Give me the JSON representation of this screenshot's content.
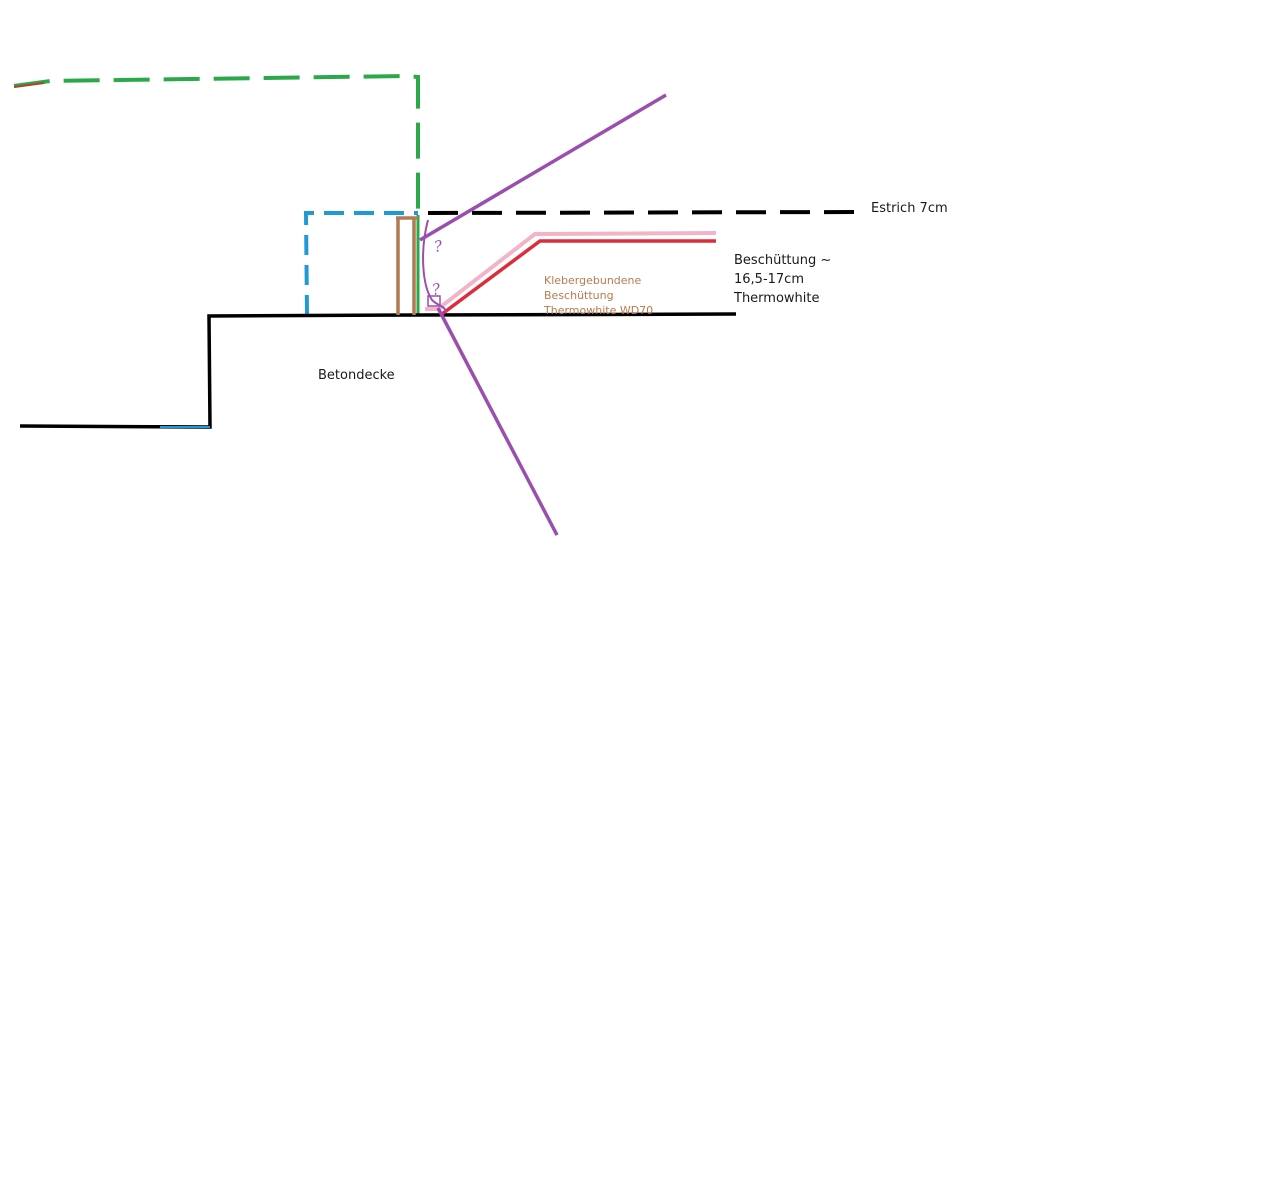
{
  "labels": {
    "estrich": "Estrich 7cm",
    "beschuettung_line1": "Beschüttung ~",
    "beschuettung_line2": "16,5-17cm",
    "beschuettung_line3": "Thermowhite",
    "betondecke": "Betondecke",
    "kleber_line1": "Klebergebundene",
    "kleber_line2": "Beschüttung",
    "kleber_line3": "Thermowhite WD70",
    "question_mark": "?"
  },
  "colors": {
    "background": "#ffffff",
    "black_line": "#000000",
    "green_dashed": "#2aa84a",
    "blue_dashed": "#1f9ad6",
    "purple_line": "#9a4fae",
    "brown_post": "#b07a55",
    "pink_line": "#f2b4c6",
    "red_line": "#dc2d3a",
    "brown_text": "#b87a4f"
  }
}
